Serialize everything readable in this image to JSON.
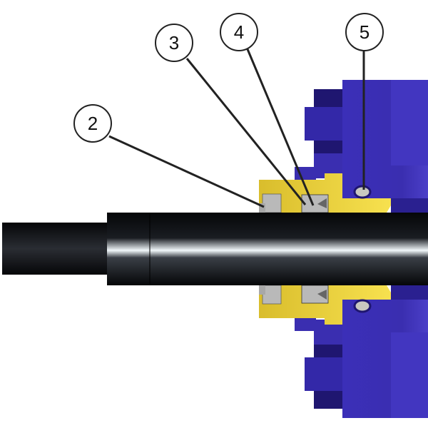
{
  "diagram": {
    "callouts": [
      {
        "label": "2"
      },
      {
        "label": "3"
      },
      {
        "label": "4"
      },
      {
        "label": "5"
      }
    ],
    "colors": {
      "gland": "#f2d84a",
      "housing": "#3a2fb0",
      "housing_dark": "#1f1670",
      "seal": "#b9b9b9",
      "rod": "#0e1014"
    }
  }
}
